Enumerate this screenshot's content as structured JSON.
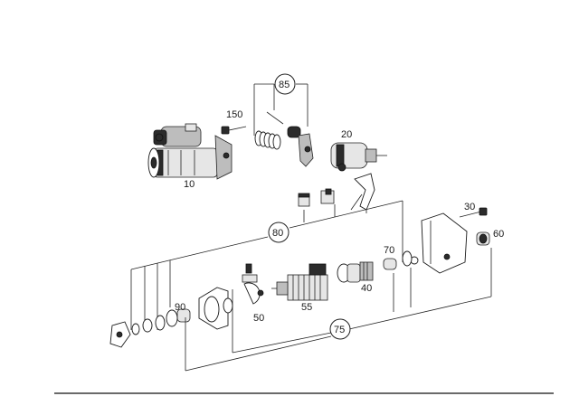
{
  "callouts": {
    "c10": "10",
    "c20": "20",
    "c30": "30",
    "c40": "40",
    "c50": "50",
    "c55": "55",
    "c60": "60",
    "c70": "70",
    "c75": "75",
    "c80": "80",
    "c85": "85",
    "c90": "90",
    "c150": "150"
  }
}
